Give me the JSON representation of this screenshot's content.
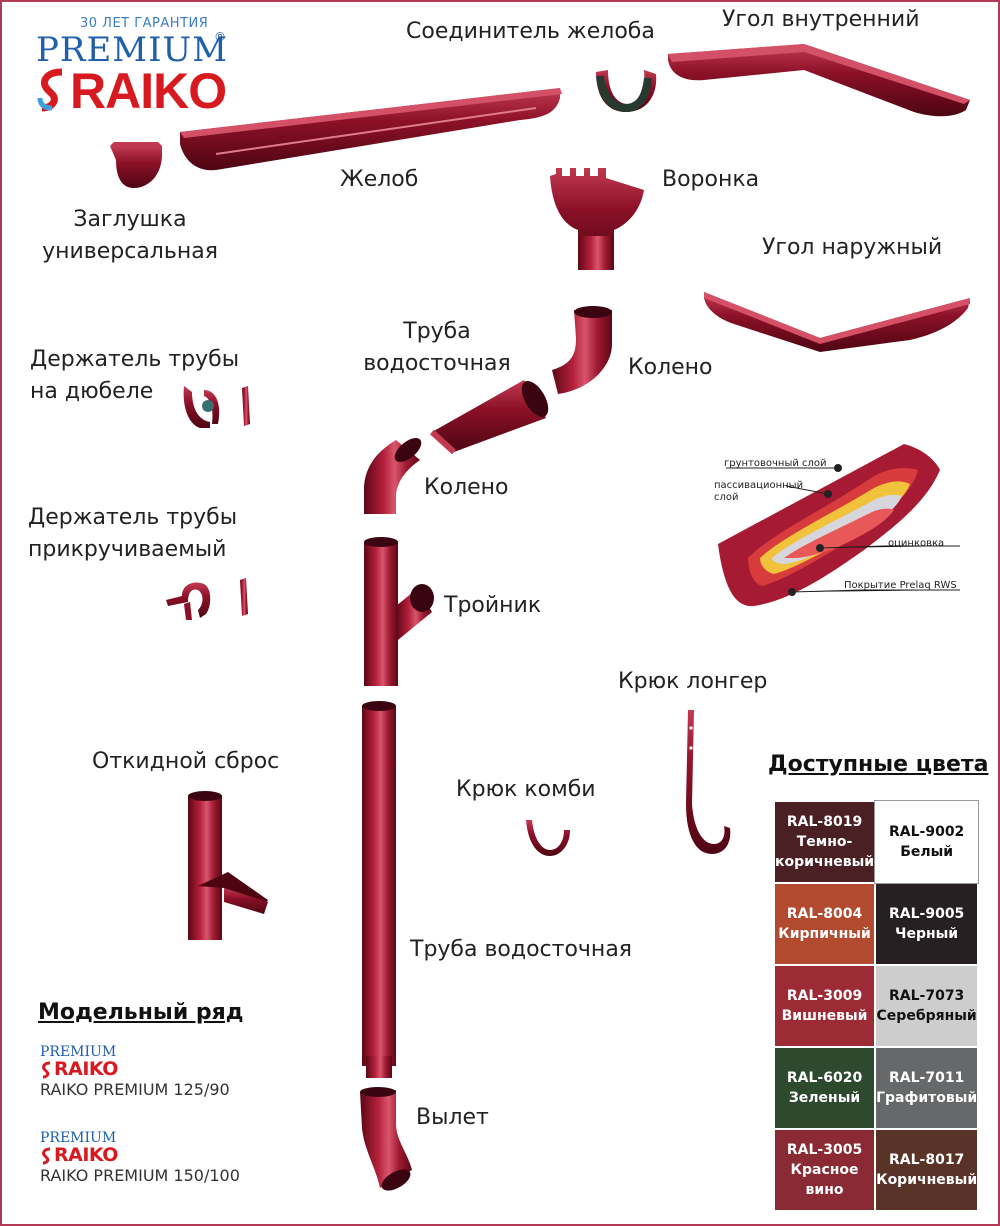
{
  "brand": {
    "warranty": "30 ЛЕТ ГАРАНТИЯ",
    "premium": "PREMIUM",
    "reg": "®",
    "raiko": "RAIKO"
  },
  "labels": {
    "connector": "Соединитель желоба",
    "inner_corner": "Угол внутренний",
    "gutter": "Желоб",
    "funnel": "Воронка",
    "end_cap_1": "Заглушка",
    "end_cap_2": "универсальная",
    "outer_corner": "Угол наружный",
    "pipe_top_1": "Труба",
    "pipe_top_2": "водосточная",
    "elbow_top": "Колено",
    "dowel_holder_1": "Держатель трубы",
    "dowel_holder_2": "на дюбеле",
    "elbow_mid": "Колено",
    "screw_holder_1": "Держатель трубы",
    "screw_holder_2": "прикручиваемый",
    "tee": "Тройник",
    "longer_hook": "Крюк лонгер",
    "diverter": "Откидной сброс",
    "combi_hook": "Крюк комби",
    "long_pipe": "Труба водосточная",
    "outlet": "Вылет"
  },
  "layers": {
    "primer": "грунтовочный слой",
    "passivation_1": "пассивационный",
    "passivation_2": "слой",
    "zinc": "оцинковка",
    "coating": "Покрытие Prelaq RWS"
  },
  "models": {
    "heading": "Модельный ряд",
    "items": [
      {
        "name": "RAIKO PREMIUM 125/90"
      },
      {
        "name": "RAIKO PREMIUM 150/100"
      }
    ]
  },
  "colors": {
    "heading": "Доступные цвета",
    "rows": [
      [
        {
          "code": "RAL-8019",
          "name": "Темно-коричневый",
          "hex": "#4a2024",
          "text": "#ffffff"
        },
        {
          "code": "RAL-9002",
          "name": "Белый",
          "hex": "#ffffff",
          "text": "#111111"
        }
      ],
      [
        {
          "code": "RAL-8004",
          "name": "Кирпичный",
          "hex": "#b24a2f",
          "text": "#ffffff"
        },
        {
          "code": "RAL-9005",
          "name": "Черный",
          "hex": "#262022",
          "text": "#ffffff"
        }
      ],
      [
        {
          "code": "RAL-3009",
          "name": "Вишневый",
          "hex": "#9c2b36",
          "text": "#ffffff"
        },
        {
          "code": "RAL-7073",
          "name": "Серебряный",
          "hex": "#cdcdcd",
          "text": "#111111"
        }
      ],
      [
        {
          "code": "RAL-6020",
          "name": "Зеленый",
          "hex": "#2d4a2e",
          "text": "#ffffff"
        },
        {
          "code": "RAL-7011",
          "name": "Графитовый",
          "hex": "#666869",
          "text": "#ffffff"
        }
      ],
      [
        {
          "code": "RAL-3005",
          "name": "Красное вино",
          "hex": "#8a2a34",
          "text": "#ffffff"
        },
        {
          "code": "RAL-8017",
          "name": "Коричневый",
          "hex": "#5a3328",
          "text": "#ffffff"
        }
      ]
    ]
  },
  "theme": {
    "product": "#8c1128",
    "product_dark": "#5c0716",
    "product_light": "#c23a52",
    "frame": "#b23a56",
    "brand_blue": "#1f5ea8",
    "brand_red": "#d71920"
  }
}
